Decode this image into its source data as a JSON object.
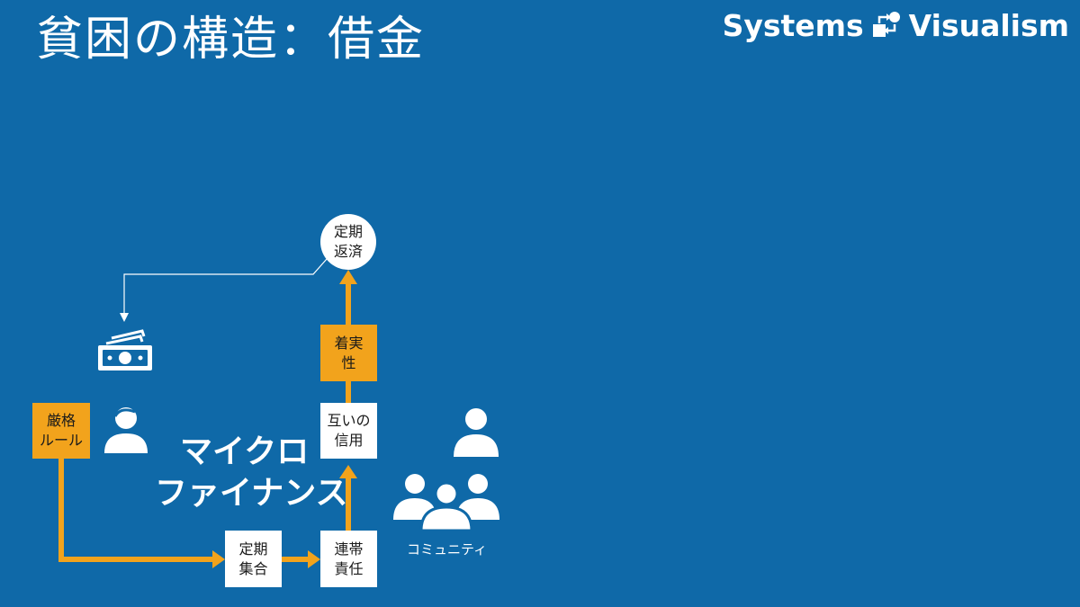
{
  "slide": {
    "title": "貧困の構造：借金",
    "brand_left": "Systems",
    "brand_right": "Visualism"
  },
  "diagram": {
    "nodes": {
      "strict_rules": [
        "厳格",
        "ルール"
      ],
      "regular_meeting": [
        "定期",
        "集合"
      ],
      "joint_liability": [
        "連帯",
        "責任"
      ],
      "mutual_trust": [
        "互いの",
        "信用"
      ],
      "steadiness": [
        "着実",
        "性"
      ],
      "regular_repayment": [
        "定期",
        "返済"
      ]
    },
    "microfinance_label": [
      "マイクロ",
      "ファイナンス"
    ],
    "community_label": "コミュニティ"
  },
  "colors": {
    "background": "#0f69a8",
    "accent": "#f2a31c",
    "node_fill": "#ffffff"
  },
  "icons": [
    "money-icon",
    "person-icon",
    "single-person-icon",
    "group-icon",
    "systems-visualism-logo-icon"
  ]
}
